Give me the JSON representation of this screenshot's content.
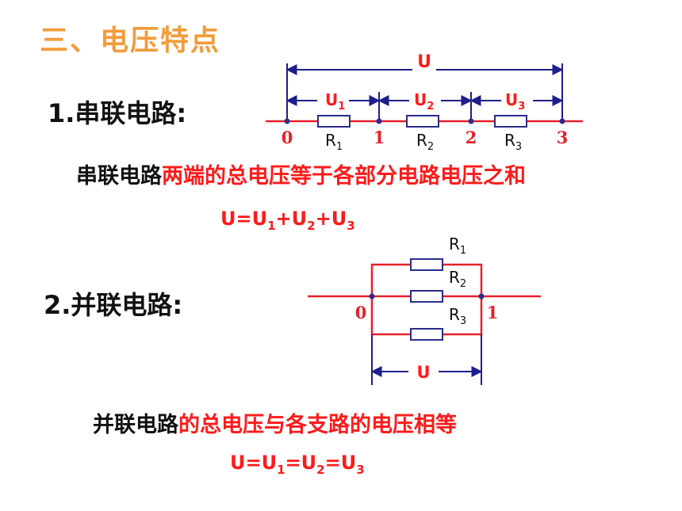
{
  "title": "三、电压特点",
  "series_section": {
    "heading": "1.串联电路:",
    "statement_black": "串联电路",
    "statement_red": "两端的总电压等于各部分电路电压之和",
    "formula": {
      "U": "U",
      "eq": "=",
      "plus": "+",
      "U1": "U",
      "s1": "1",
      "U2": "U",
      "s2": "2",
      "U3": "U",
      "s3": "3"
    },
    "diagram": {
      "total_voltage": "U",
      "voltages": [
        {
          "base": "U",
          "sub": "1"
        },
        {
          "base": "U",
          "sub": "2"
        },
        {
          "base": "U",
          "sub": "3"
        }
      ],
      "resistors": [
        {
          "base": "R",
          "sub": "1"
        },
        {
          "base": "R",
          "sub": "2"
        },
        {
          "base": "R",
          "sub": "3"
        }
      ],
      "nodes": [
        "0",
        "1",
        "2",
        "3"
      ]
    }
  },
  "parallel_section": {
    "heading": "2.并联电路:",
    "statement_black": "并联电路",
    "statement_red": "的总电压与各支路的电压相等",
    "formula": {
      "U": "U",
      "eq": "=",
      "U1": "U",
      "s1": "1",
      "U2": "U",
      "s2": "2",
      "U3": "U",
      "s3": "3"
    },
    "diagram": {
      "total_voltage": "U",
      "resistors": [
        {
          "base": "R",
          "sub": "1"
        },
        {
          "base": "R",
          "sub": "2"
        },
        {
          "base": "R",
          "sub": "3"
        }
      ],
      "nodes": [
        "0",
        "1"
      ]
    }
  },
  "colors": {
    "title": "#f39c3a",
    "wire": "#e8202a",
    "arrow": "#1e1e8c",
    "label_red": "#ff1a1a",
    "resistor": "#2b2b8a"
  }
}
